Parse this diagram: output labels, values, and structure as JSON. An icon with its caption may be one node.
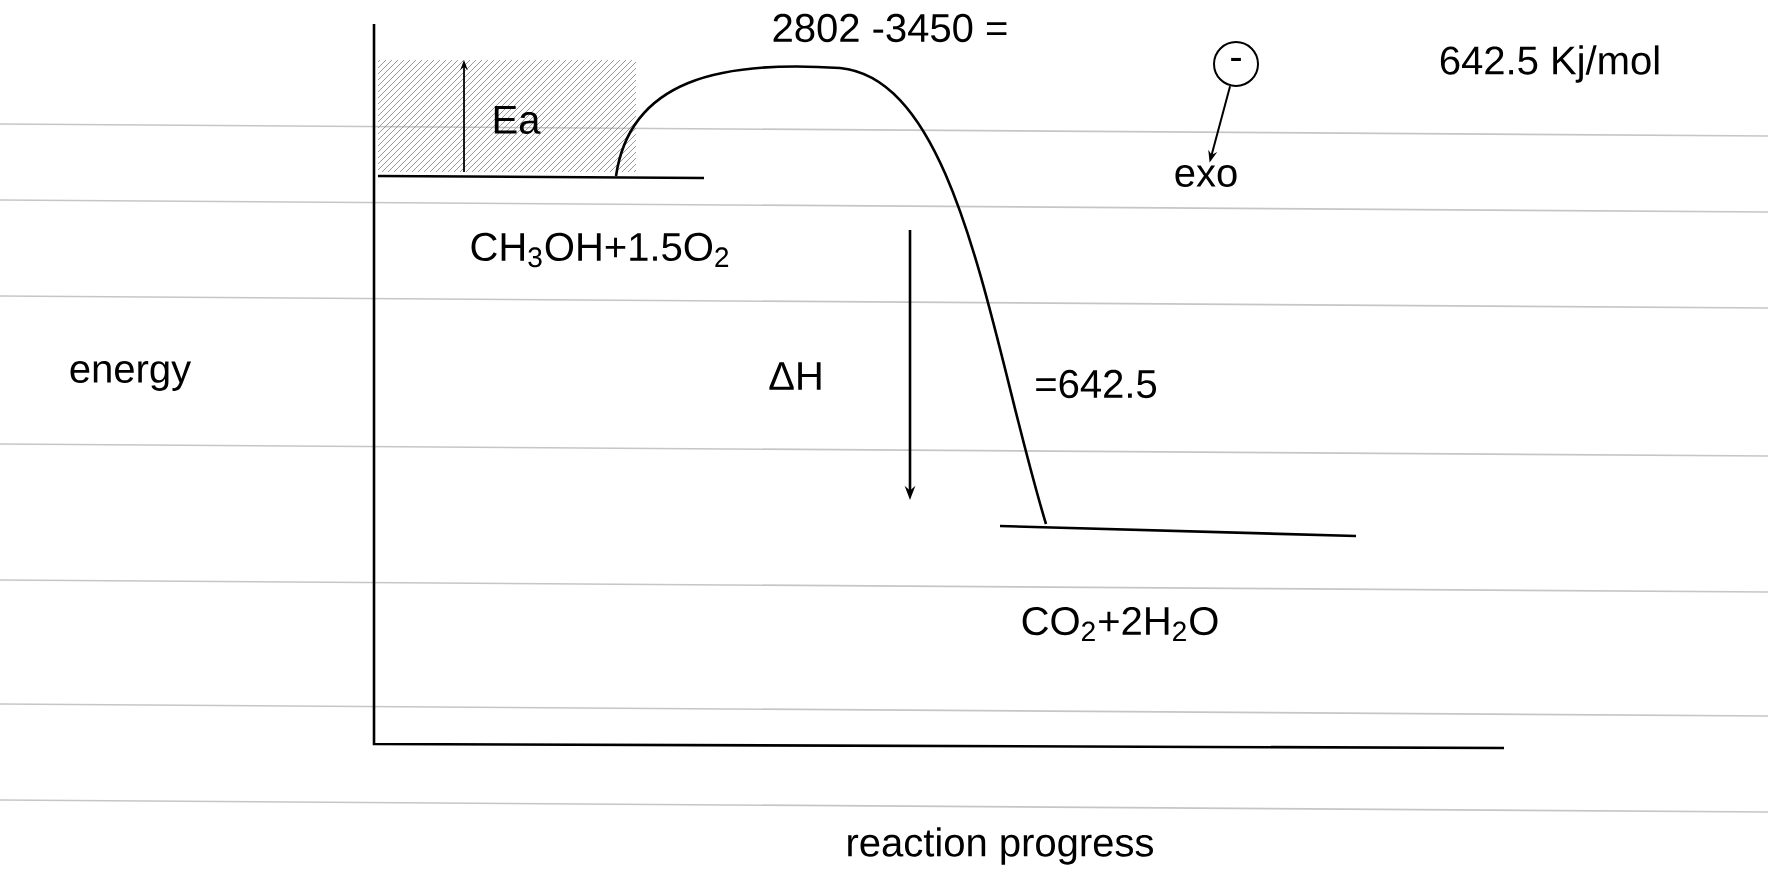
{
  "diagram": {
    "nodes": [
      {
        "text": [
          "-"
        ]
      },
      {
        "text": [
          "exo"
        ]
      }
    ],
    "edges": [
      {
        "from": 0,
        "to": 1,
        "arrow": "to"
      }
    ],
    "labels": [
      "2802 -3450 =",
      "642.5 Kj/mol",
      "Ea",
      "CH$_{3}$OH+1.5O$_{2}$",
      "energy",
      "ΔH",
      "=642.5",
      "CO$_{2}$+2H$_{2}$O",
      "reaction progress"
    ]
  }
}
